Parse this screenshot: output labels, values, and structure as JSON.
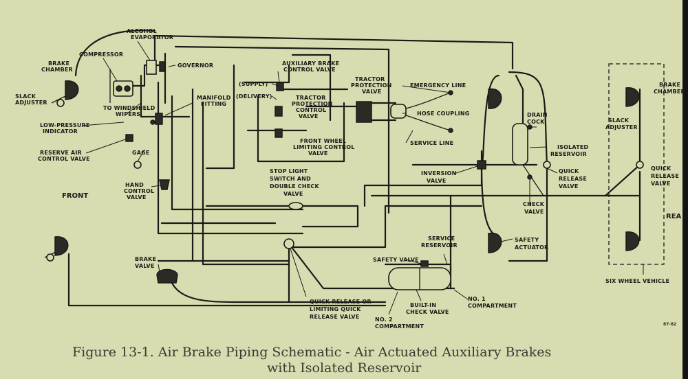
{
  "labels": {
    "alcohol_evaporator": [
      "ALCOHOL",
      "EVAPORATOR"
    ],
    "brake_chamber_front": [
      "BRAKE",
      "CHAMBER"
    ],
    "compressor": "COMPRESSOR",
    "governor": "GOVERNOR",
    "aux_brake_valve": [
      "AUXILIARY BRAKE",
      "CONTROL VALVE"
    ],
    "supply": "(SUPPLY)",
    "delivery": "(DELIVERY)",
    "slack_adjuster_front": [
      "SLACK",
      "ADJUSTER"
    ],
    "manifold_fitting": [
      "MANIFOLD",
      "FITTING"
    ],
    "to_windshield_wipers": [
      "TO WINDSHIELD",
      "WIPERS"
    ],
    "low_pressure_indicator": [
      "LOW-PRESSURE",
      "INDICATOR"
    ],
    "tractor_protection_control_valve": [
      "TRACTOR",
      "PROTECTION",
      "CONTROL",
      "VALVE"
    ],
    "tractor_protection_valve": [
      "TRACTOR",
      "PROTECTION",
      "VALVE"
    ],
    "emergency_line": "EMERGENCY LINE",
    "hose_coupling": "HOSE COUPLING",
    "service_line": "SERVICE LINE",
    "reserve_air_control_valve": [
      "RESERVE AIR",
      "CONTROL VALVE"
    ],
    "gage": "GAGE",
    "front_wheel_limiting_valve": [
      "FRONT WHEEL",
      "LIMITING CONTROL",
      "VALVE"
    ],
    "hand_control_valve": [
      "HAND",
      "CONTROL",
      "VALVE"
    ],
    "stop_light_switch": [
      "STOP LIGHT",
      "SWITCH AND",
      "DOUBLE CHECK",
      "VALVE"
    ],
    "front": "FRONT",
    "inversion_valve": [
      "INVERSION",
      "VALVE"
    ],
    "drain_cock": [
      "DRAIN",
      "COCK"
    ],
    "isolated_reservoir": [
      "ISOLATED",
      "RESERVOIR"
    ],
    "quick_release_valve_mid": [
      "QUICK",
      "RELEASE",
      "VALVE"
    ],
    "check_valve": [
      "CHECK",
      "VALVE"
    ],
    "safety_actuator": [
      "SAFETY",
      "ACTUATOR"
    ],
    "service_reservoir": [
      "SERVICE",
      "RESERVOIR"
    ],
    "safety_valve": "SAFETY VALVE",
    "brake_valve": [
      "BRAKE",
      "VALVE"
    ],
    "quick_release_or_limiting": [
      "QUICK RELEASE OR",
      "LIMITING QUICK",
      "RELEASE VALVE"
    ],
    "built_in_check_valve": [
      "BUILT-IN",
      "CHECK VALVE"
    ],
    "no1_compartment": [
      "NO. 1",
      "COMPARTMENT"
    ],
    "no2_compartment": [
      "NO. 2",
      "COMPARTMENT"
    ],
    "brake_chamber_rear": [
      "BRAKE",
      "CHAMBER"
    ],
    "slack_adjuster_rear": [
      "SLACK",
      "ADJUSTER"
    ],
    "quick_release_valve_rear": [
      "QUICK",
      "RELEASE",
      "VALVE"
    ],
    "rear": "REA",
    "six_wheel_vehicle": "SIX WHEEL VEHICLE",
    "figure_code": "87-82"
  },
  "caption": {
    "line1": "Figure 13-1.  Air Brake Piping Schematic - Air Actuated Auxiliary Brakes",
    "line2": "with Isolated Reservoir"
  }
}
